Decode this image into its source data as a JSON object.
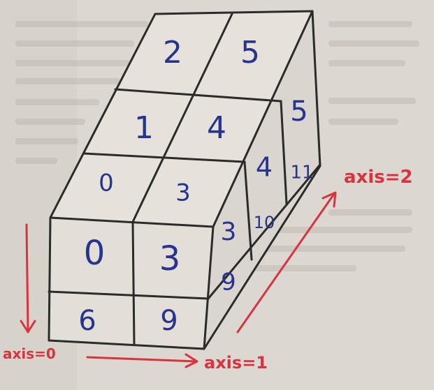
{
  "cube": {
    "front": {
      "row0": [
        "0",
        "3"
      ],
      "row1": [
        "6",
        "9"
      ]
    },
    "top": {
      "row0": [
        "2",
        "5"
      ],
      "row1": [
        "1",
        "4"
      ],
      "row2": [
        "0",
        "3"
      ]
    },
    "side": {
      "col_near": [
        "3",
        "9"
      ],
      "col_mid": [
        "4",
        "10"
      ],
      "col_far": [
        "5",
        "11"
      ]
    }
  },
  "axes": {
    "axis0": "axis=0",
    "axis1": "axis=1",
    "axis2": "axis=2"
  },
  "colors": {
    "ink": "#2b2b2b",
    "numbers": "#26348f",
    "axes": "#d8343f",
    "paper": "#dcd7d0"
  }
}
